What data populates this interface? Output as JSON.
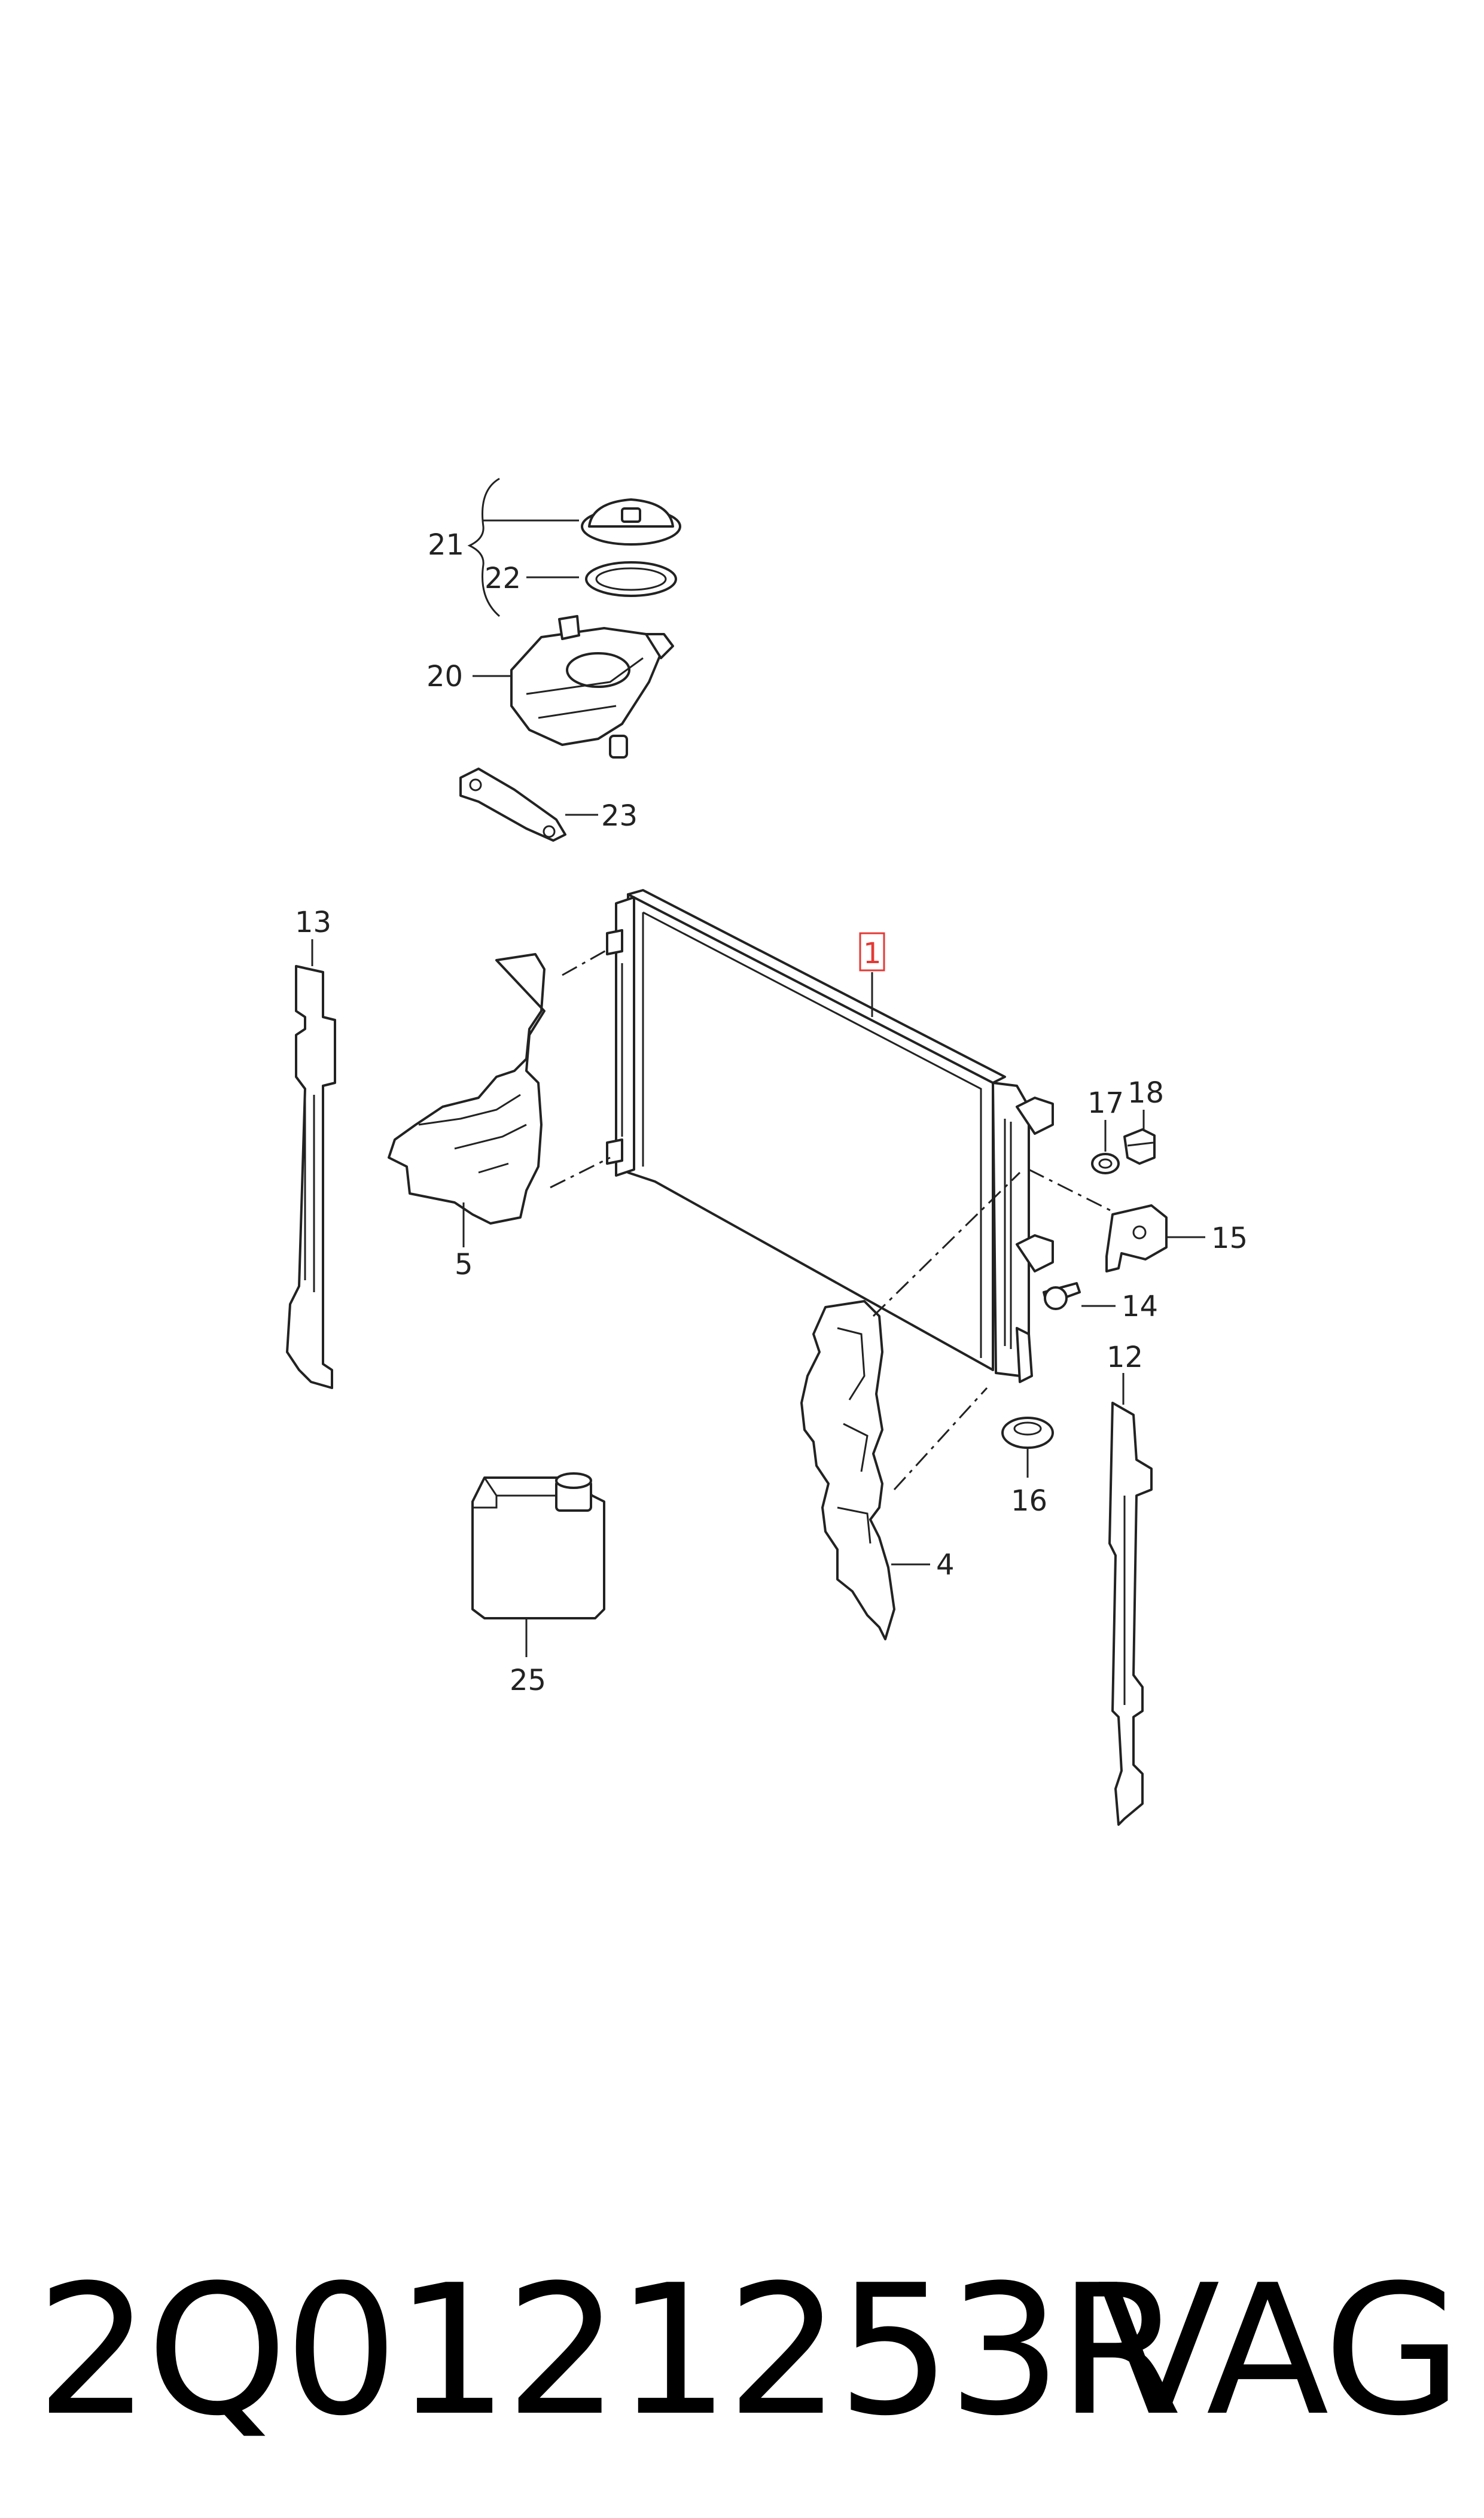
{
  "callouts": {
    "c1": "1",
    "c4": "4",
    "c5": "5",
    "c12": "12",
    "c13": "13",
    "c14": "14",
    "c15": "15",
    "c16": "16",
    "c17": "17",
    "c18": "18",
    "c20": "20",
    "c21": "21",
    "c22": "22",
    "c23": "23",
    "c25": "25"
  },
  "highlighted_callout": "1",
  "highlight_color": "#e53935",
  "footer": {
    "part_number": "2Q0121253R",
    "brand": "VAG"
  }
}
